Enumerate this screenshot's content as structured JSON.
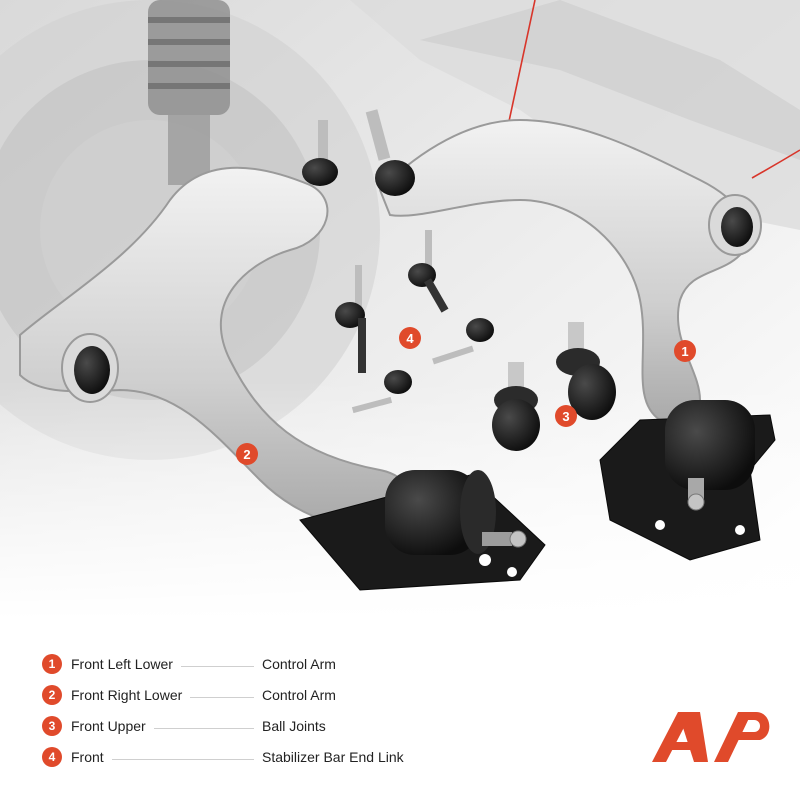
{
  "brand": {
    "accent": "#e04a2b",
    "logo_icon": "a-premium-logo-icon"
  },
  "callouts": [
    {
      "num": "1"
    },
    {
      "num": "2"
    },
    {
      "num": "3"
    },
    {
      "num": "4"
    }
  ],
  "legend": [
    {
      "num": "1",
      "position": "Front Left Lower",
      "part": "Control Arm"
    },
    {
      "num": "2",
      "position": "Front Right Lower",
      "part": "Control Arm"
    },
    {
      "num": "3",
      "position": "Front Upper",
      "part": "Ball Joints"
    },
    {
      "num": "4",
      "position": "Front",
      "part": "Stabilizer Bar End Link"
    }
  ]
}
